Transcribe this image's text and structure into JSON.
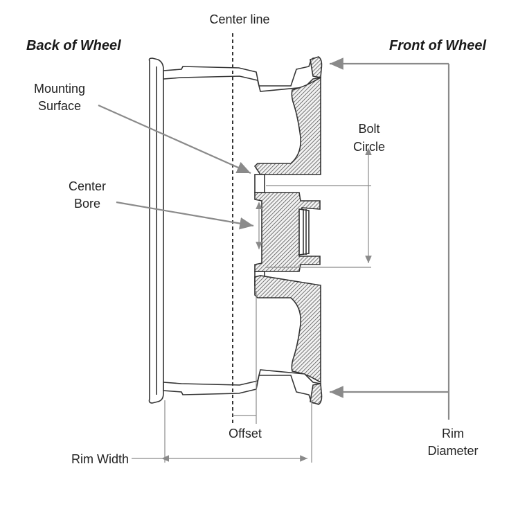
{
  "labels": {
    "center_line": "Center line",
    "back_of_wheel": "Back of Wheel",
    "front_of_wheel": "Front of Wheel",
    "mounting_surface_1": "Mounting",
    "mounting_surface_2": "Surface",
    "bolt_circle_1": "Bolt",
    "bolt_circle_2": "Circle",
    "center_bore_1": "Center",
    "center_bore_2": "Bore",
    "offset": "Offset",
    "rim_width": "Rim Width",
    "rim_diameter_1": "Rim",
    "rim_diameter_2": "Diameter"
  },
  "colors": {
    "dimension_line": "#8a8a8a",
    "outline": "#333333",
    "hatch": "#555555"
  }
}
